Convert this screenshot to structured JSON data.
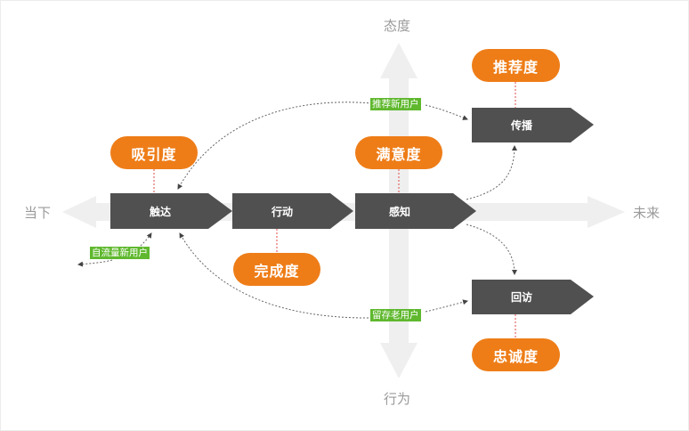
{
  "axes": {
    "left": "当下",
    "right": "未来",
    "top": "态度",
    "bottom": "行为"
  },
  "stages": [
    {
      "id": "touch",
      "label": "触达"
    },
    {
      "id": "action",
      "label": "行动"
    },
    {
      "id": "perception",
      "label": "感知"
    },
    {
      "id": "spread",
      "label": "传播"
    },
    {
      "id": "revisit",
      "label": "回访"
    }
  ],
  "metrics": [
    {
      "stage": "touch",
      "label": "吸引度"
    },
    {
      "stage": "action",
      "label": "完成度"
    },
    {
      "stage": "perception",
      "label": "满意度"
    },
    {
      "stage": "spread",
      "label": "推荐度"
    },
    {
      "stage": "revisit",
      "label": "忠诚度"
    }
  ],
  "flow_tags": {
    "recommend_new": "推荐新用户",
    "traffic_new": "自流量新用户",
    "retain_old": "留存老用户"
  },
  "colors": {
    "stage": "#505050",
    "metric": "#ee7d18",
    "tag": "#5fb82e",
    "axis": "#efefef",
    "axis_text": "#9a9a9a",
    "connector": "#e04848"
  }
}
